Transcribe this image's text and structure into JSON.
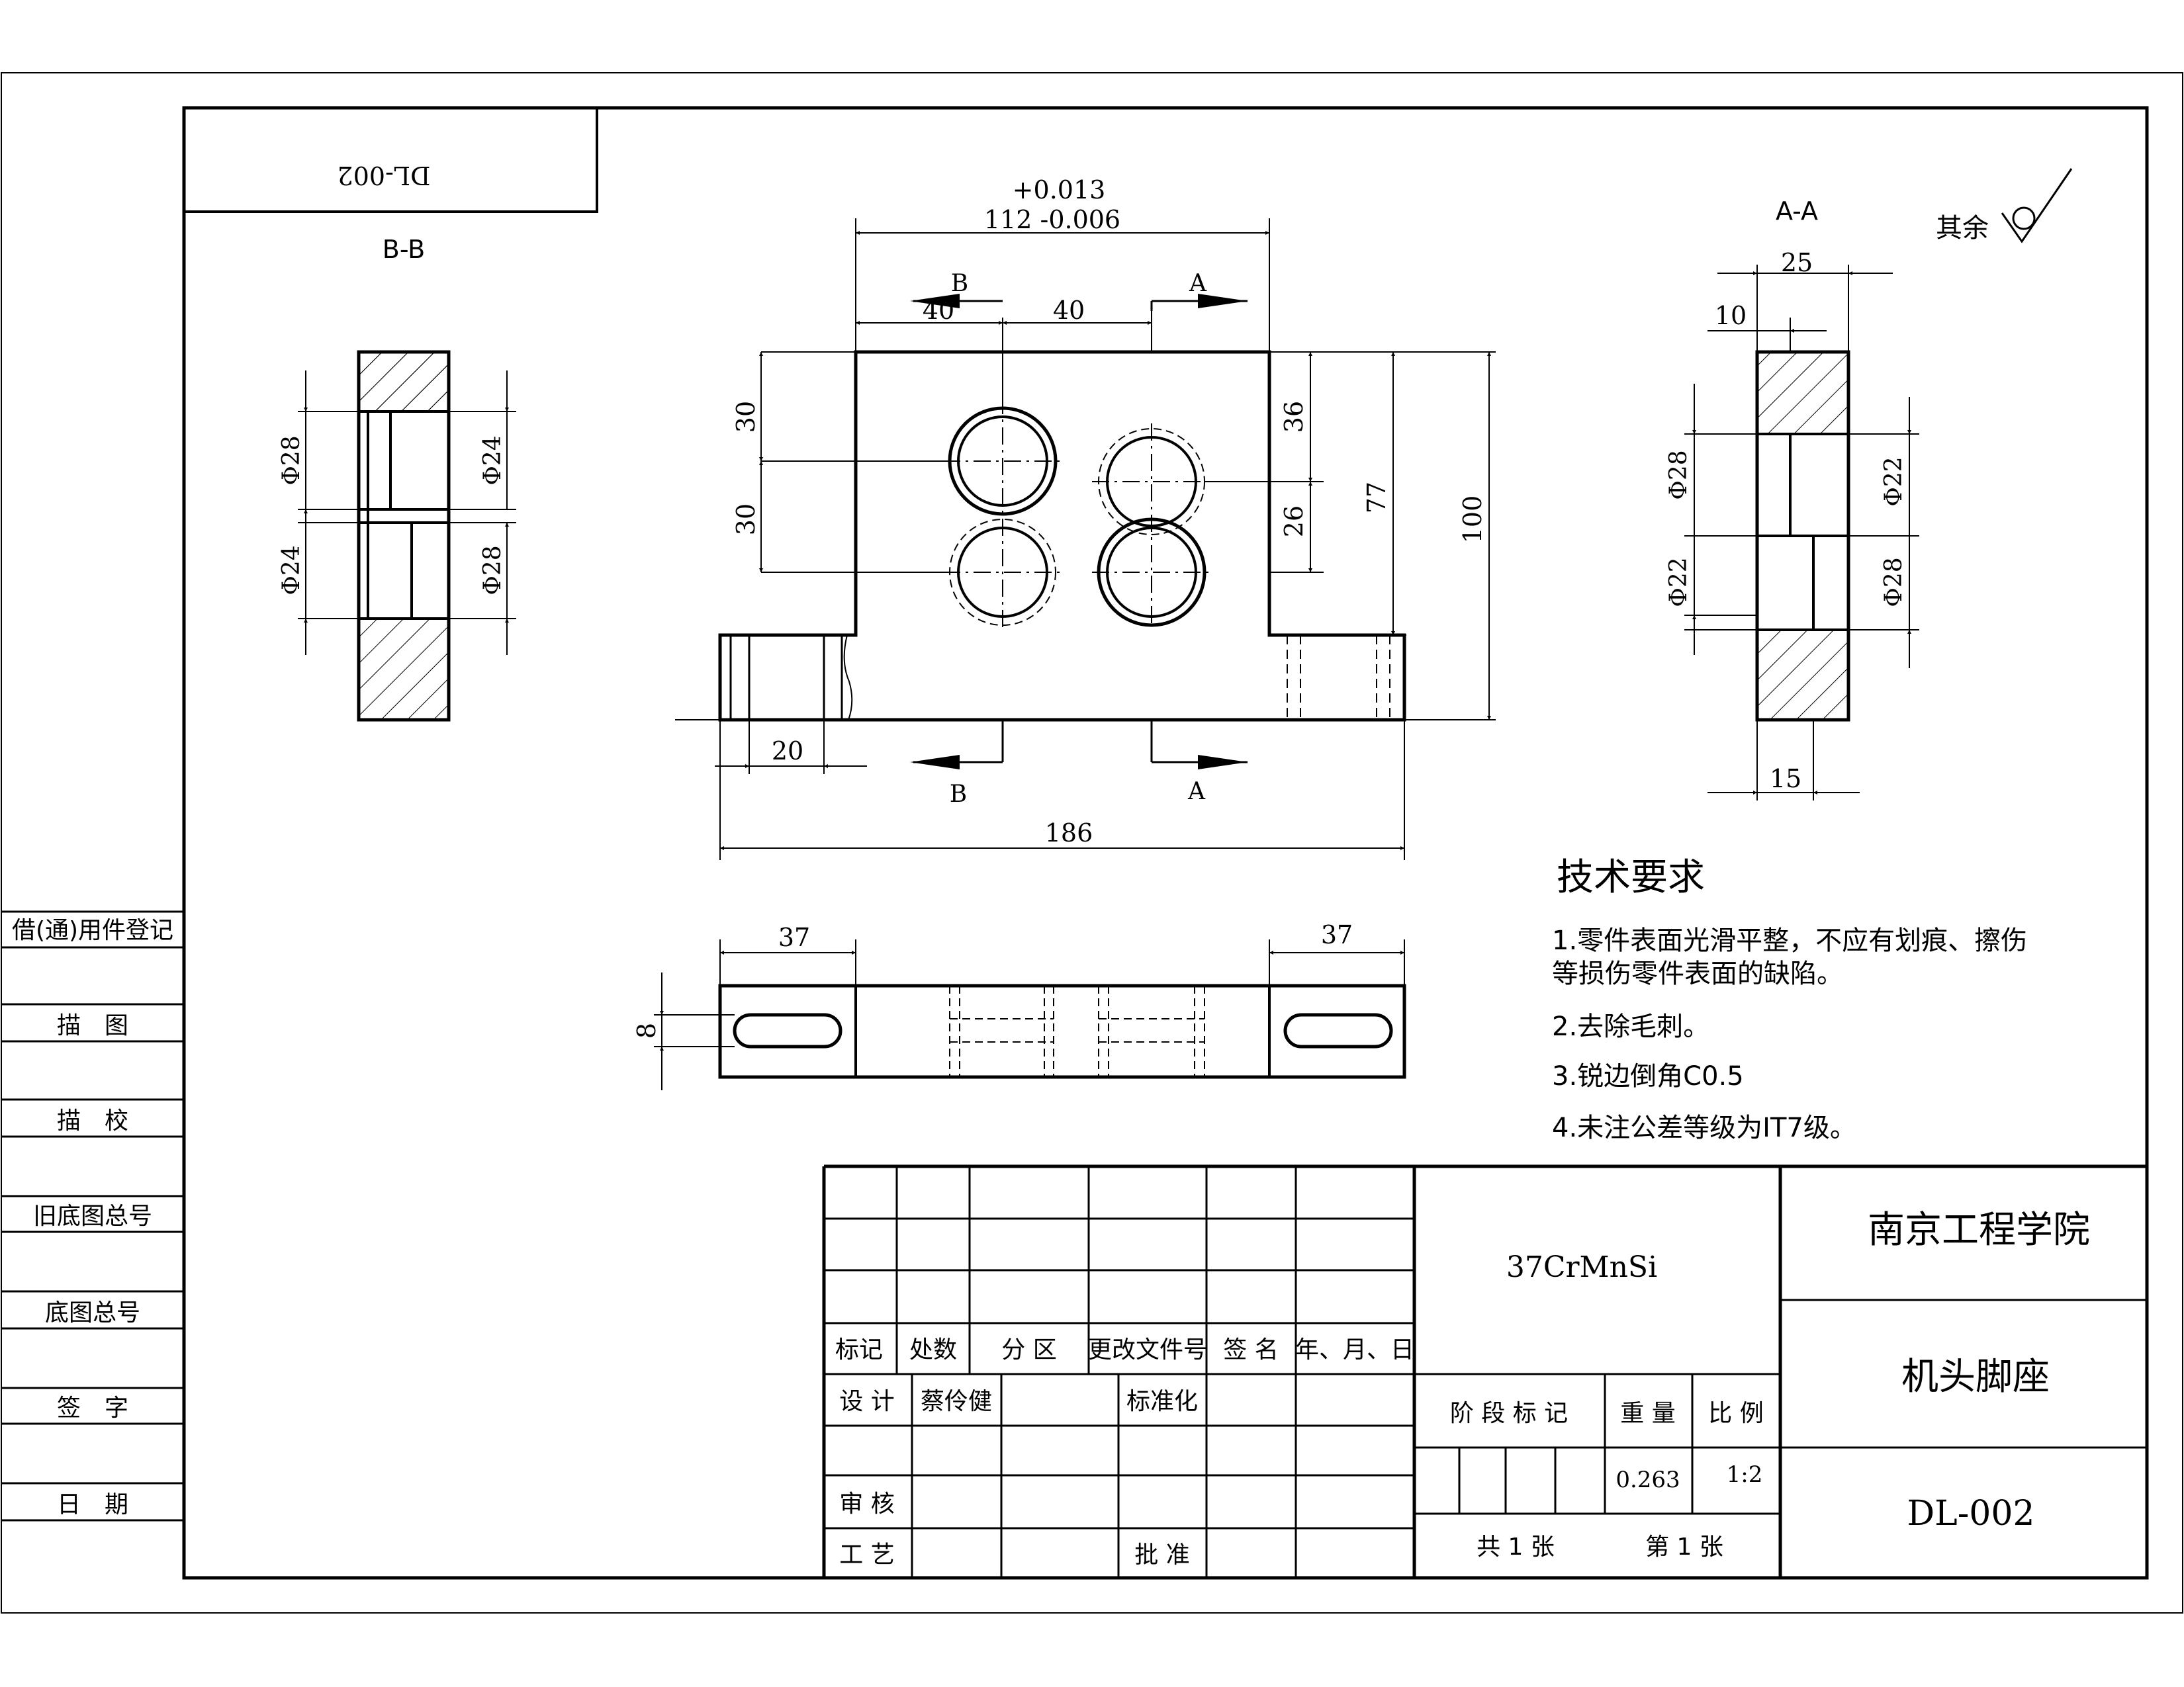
{
  "corner_code": "DL-002",
  "views": {
    "bb_label": "B-B",
    "aa_label": "A-A"
  },
  "surface_note": "其余",
  "dims": {
    "tol_upper": "+0.013",
    "tol_lower": "112 -0.006",
    "d_top_left": "40",
    "d_top_mid": "40",
    "d_left_30a": "30",
    "d_left_30b": "30",
    "d_right_36": "36",
    "d_right_26": "26",
    "d_right_77": "77",
    "d_right_100": "100",
    "d_bottom_20": "20",
    "d_overall_186": "186",
    "d_slot_left_37": "37",
    "d_slot_right_37": "37",
    "d_slot_8": "8",
    "bb_phi28_top": "Φ28",
    "bb_phi24_top": "Φ24",
    "bb_phi24_bottom": "Φ24",
    "bb_phi28_bottom": "Φ28",
    "aa_25": "25",
    "aa_10": "10",
    "aa_15": "15",
    "aa_phi28_top": "Φ28",
    "aa_phi22_top": "Φ22",
    "aa_phi22_bottom": "Φ22",
    "aa_phi28_bottom": "Φ28"
  },
  "section_marks": {
    "b_top": "B",
    "a_top": "A",
    "b_bottom": "B",
    "a_bottom": "A"
  },
  "tech_requirements": {
    "title": "技术要求",
    "line1a": "1.零件表面光滑平整，不应有划痕、擦伤",
    "line1b": "等损伤零件表面的缺陷。",
    "line2": "2.去除毛刺。",
    "line3": "3.锐边倒角C0.5",
    "line4": "4.未注公差等级为IT7级。"
  },
  "side_table": [
    "借(通)用件登记",
    "描　图",
    "描　校",
    "旧底图总号",
    "底图总号",
    "签　字",
    "日　期"
  ],
  "title_block": {
    "rev_headers": [
      "标记",
      "处数",
      "分 区",
      "更改文件号",
      "签 名",
      "年、月、日"
    ],
    "design_label": "设 计",
    "designer": "蔡伶健",
    "standardize": "标准化",
    "review": "审 核",
    "process": "工 艺",
    "approve": "批 准",
    "material": "37CrMnSi",
    "stage": "阶 段 标 记",
    "weight_label": "重 量",
    "scale_label": "比 例",
    "weight": "0.263",
    "scale": "1:2",
    "total_sheets": "共 1 张",
    "sheet_no": "第 1 张",
    "school": "南京工程学院",
    "part_name": "机头脚座",
    "drawing_no": "DL-002"
  }
}
